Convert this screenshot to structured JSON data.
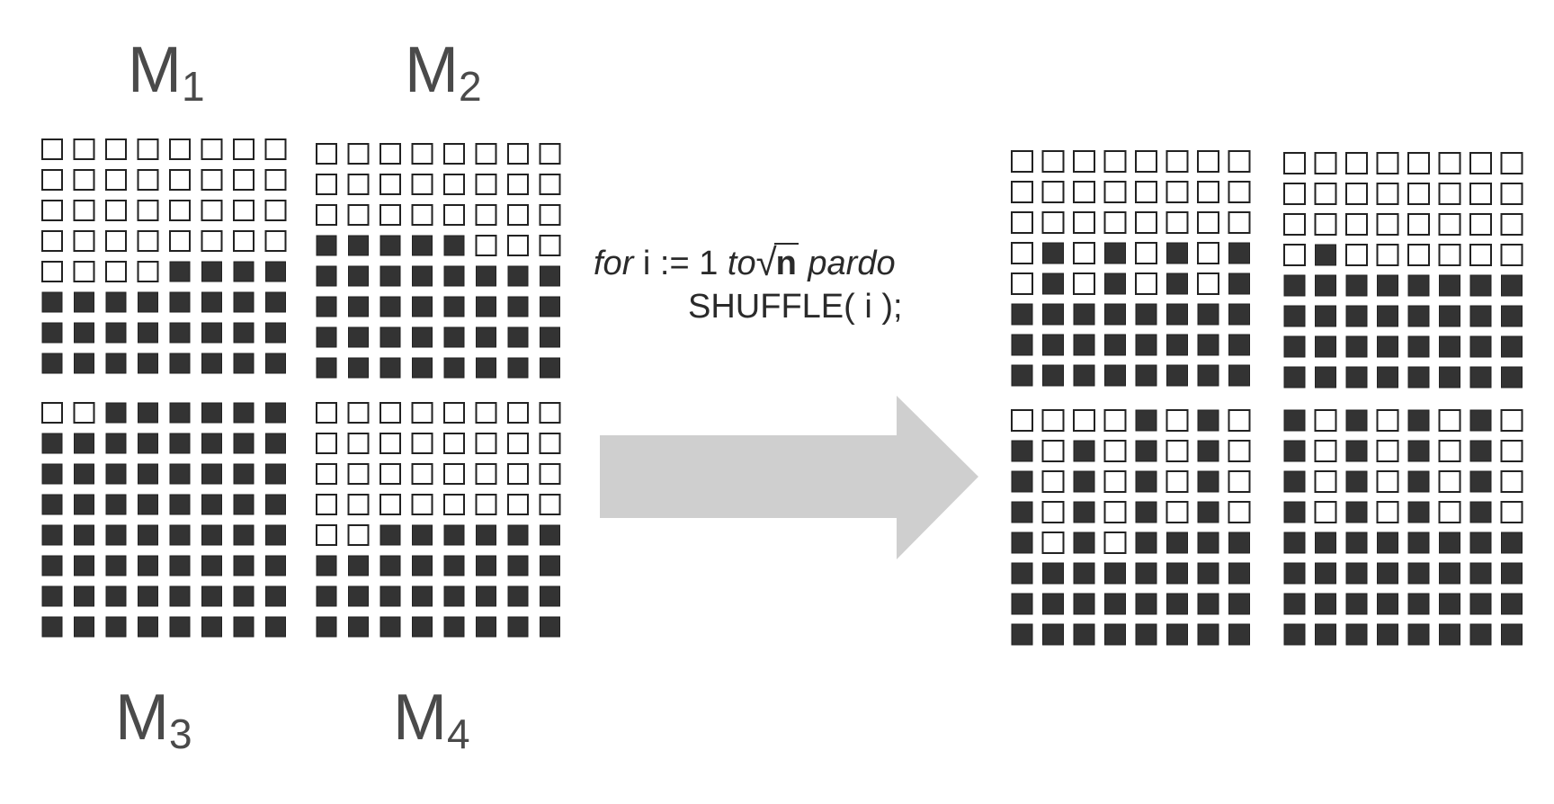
{
  "labels": {
    "m1": {
      "main": "M",
      "sub": "1"
    },
    "m2": {
      "main": "M",
      "sub": "2"
    },
    "m3": {
      "main": "M",
      "sub": "3"
    },
    "m4": {
      "main": "M",
      "sub": "4"
    }
  },
  "code": {
    "for_kw": "for",
    "assign": " i := 1 ",
    "to_kw": "to",
    "radical": "√",
    "n": "n",
    "pardo_kw": " pardo",
    "call": "SHUFFLE( i );"
  },
  "colors": {
    "filled": "#333333",
    "empty_fill": "#ffffff",
    "stroke": "#222222",
    "arrow": "#cfcfcf"
  },
  "grids": {
    "before": {
      "M1": [
        "00000000",
        "00000000",
        "00000000",
        "00000000",
        "00001111",
        "11111111",
        "11111111",
        "11111111"
      ],
      "M2": [
        "00000000",
        "00000000",
        "00000000",
        "11111000",
        "11111111",
        "11111111",
        "11111111",
        "11111111"
      ],
      "M3": [
        "00111111",
        "11111111",
        "11111111",
        "11111111",
        "11111111",
        "11111111",
        "11111111",
        "11111111"
      ],
      "M4": [
        "00000000",
        "00000000",
        "00000000",
        "00000000",
        "00111111",
        "11111111",
        "11111111",
        "11111111"
      ]
    },
    "after": {
      "M1": [
        "00000000",
        "00000000",
        "00000000",
        "01010101",
        "01010101",
        "11111111",
        "11111111",
        "11111111"
      ],
      "M2": [
        "00000000",
        "00000000",
        "00000000",
        "01000000",
        "11111111",
        "11111111",
        "11111111",
        "11111111"
      ],
      "M3": [
        "00001010",
        "10101010",
        "10101010",
        "10101010",
        "10101111",
        "11111111",
        "11111111",
        "11111111"
      ],
      "M4": [
        "10101010",
        "10101010",
        "10101010",
        "10101010",
        "11111111",
        "11111111",
        "11111111",
        "11111111"
      ]
    }
  }
}
